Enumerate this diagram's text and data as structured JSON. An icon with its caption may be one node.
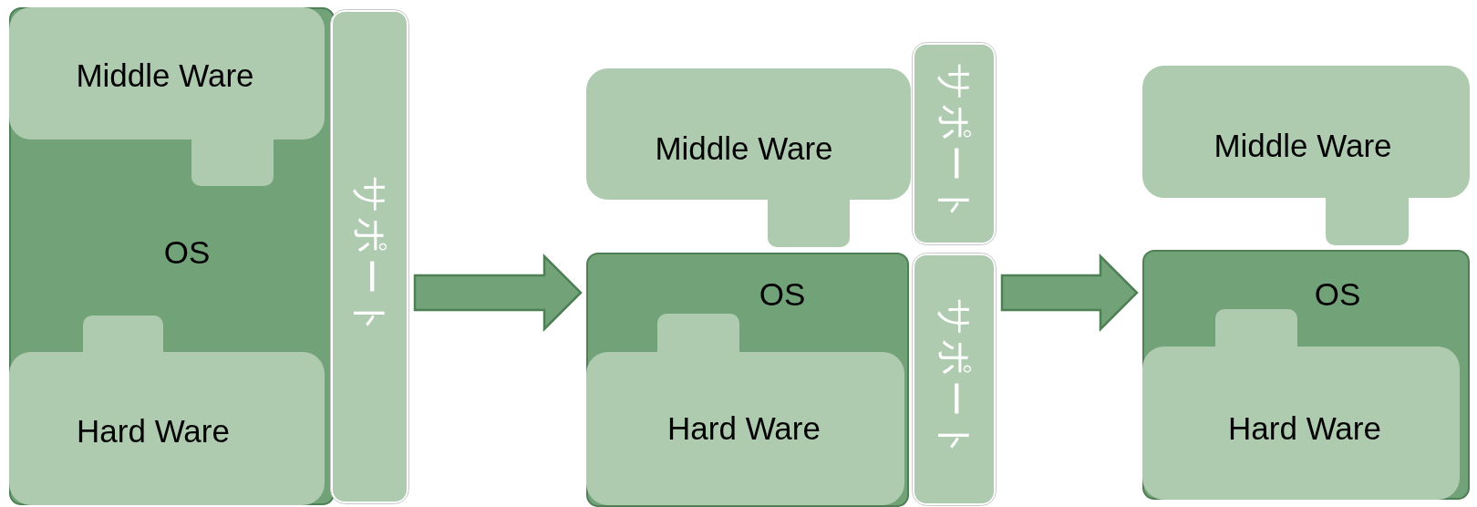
{
  "diagram": {
    "nodes": [
      {
        "text": [
          "OS"
        ]
      },
      {
        "text": [
          "Middle Ware"
        ],
        "in": 0
      },
      {
        "text": [
          "Hard Ware"
        ],
        "in": 0
      },
      {
        "text": [
          "サポート"
        ]
      },
      {
        "text": [
          "Middle Ware"
        ]
      },
      {
        "text": [
          "サポート"
        ]
      },
      {
        "text": [
          "OS"
        ]
      },
      {
        "text": [
          "Hard Ware"
        ],
        "in": 6
      },
      {
        "text": [
          "サポート"
        ]
      },
      {
        "text": [
          "Middle Ware"
        ]
      },
      {
        "text": [
          "OS"
        ]
      },
      {
        "text": [
          "Hard Ware"
        ],
        "in": 10
      }
    ],
    "edges": [
      {
        "from": 3,
        "to": 6,
        "arrow": "to",
        "style": "thick"
      },
      {
        "from": 8,
        "to": 10,
        "arrow": "to",
        "style": "thick"
      }
    ]
  }
}
